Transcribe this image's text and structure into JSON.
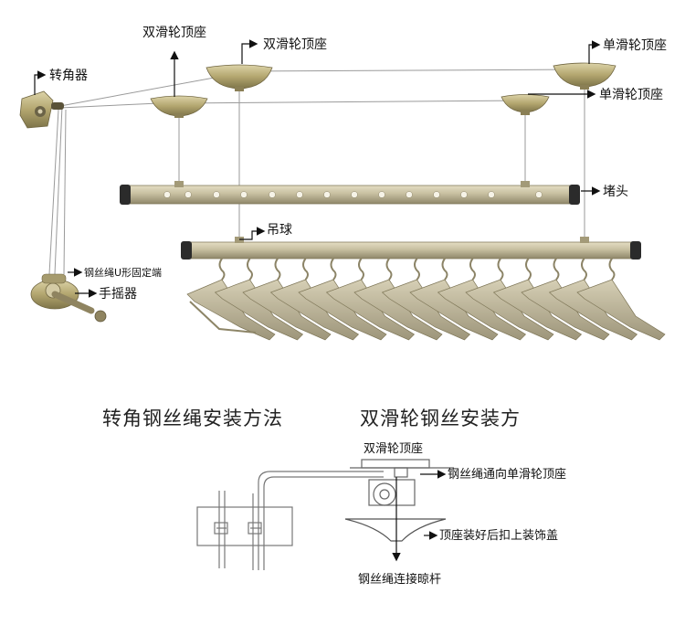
{
  "top_labels": {
    "double_pulley_1": "双滑轮顶座",
    "double_pulley_2": "双滑轮顶座",
    "single_pulley_1": "单滑轮顶座",
    "single_pulley_2": "单滑轮顶座",
    "corner": "转角器",
    "end_cap": "堵头",
    "hanging_ball": "吊球",
    "u_clamp": "钢丝绳U形固定端",
    "crank": "手摇器"
  },
  "sections": {
    "corner_title": "转角钢丝绳安装方法",
    "pulley_title": "双滑轮钢丝安装方"
  },
  "bottom_labels": {
    "double_pulley": "双滑轮顶座",
    "to_single": "钢丝绳通向单滑轮顶座",
    "cover": "顶座装好后扣上装饰盖",
    "connect": "钢丝绳连接晾杆"
  },
  "colors": {
    "metal": "#b8ae86",
    "metal_dark": "#7d7556",
    "rod": "#c9c1a3",
    "end_cap": "#2b2b2b",
    "line": "#888888"
  }
}
